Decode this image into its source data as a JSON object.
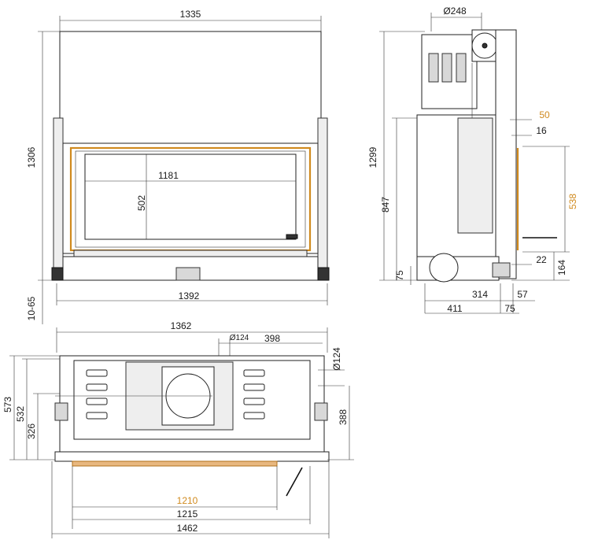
{
  "front_view": {
    "width_top": "1335",
    "height_total": "1306",
    "glass_width": "1181",
    "glass_height": "502",
    "width_bottom": "1392",
    "foot_height": "10-65"
  },
  "side_view": {
    "flue_diameter": "Ø248",
    "height_total": "1299",
    "height_lower": "847",
    "frame_depth": "50",
    "frame_inner": "16",
    "door_height": "538",
    "gap": "22",
    "bottom_height": "164",
    "foot_height": "75",
    "depth_314": "314",
    "depth_57": "57",
    "depth_411": "411",
    "depth_75": "75"
  },
  "top_view": {
    "width_top": "1362",
    "inlet_diameter_top": "Ø124",
    "offset_398": "398",
    "inlet_diameter_side": "Ø124",
    "depth_573": "573",
    "depth_532": "532",
    "depth_326": "326",
    "depth_388": "388",
    "width_1210": "1210",
    "width_1215": "1215",
    "width_1462": "1462"
  },
  "colors": {
    "accent_orange": "#d08a1e",
    "line": "#222222",
    "panel_gray": "#d8d8d8"
  }
}
